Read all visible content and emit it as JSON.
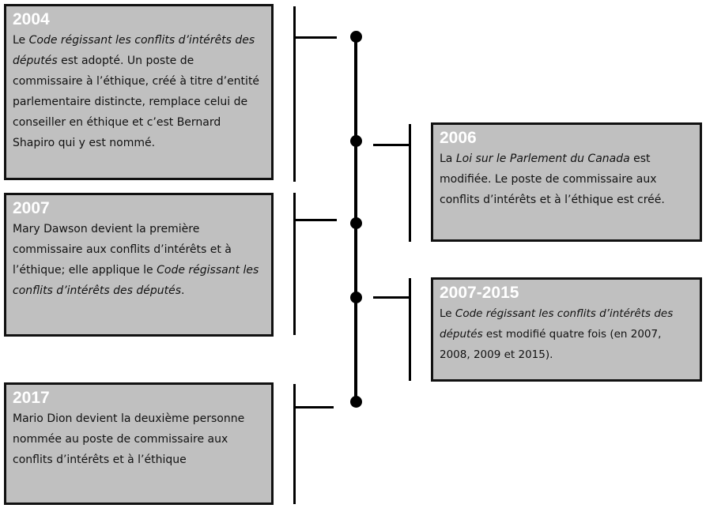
{
  "events": [
    {
      "year": "2004",
      "parts": [
        {
          "t": "Le ",
          "i": false
        },
        {
          "t": "Code régissant les conflits d’intérêts des députés",
          "i": true
        },
        {
          "t": " est adopté. Un poste de commissaire à l’éthique, créé à titre d’entité parlementaire distincte, remplace celui de conseiller en éthique et c’est Bernard Shapiro qui y est nommé.",
          "i": false
        }
      ]
    },
    {
      "year": "2006",
      "parts": [
        {
          "t": "La ",
          "i": false
        },
        {
          "t": "Loi sur le Parlement du Canada",
          "i": true
        },
        {
          "t": " est modifiée. Le poste de commissaire aux conflits d’intérêts et à l’éthique est créé.",
          "i": false
        }
      ]
    },
    {
      "year": "2007",
      "parts": [
        {
          "t": "Mary Dawson devient la première commissaire aux conflits d’intérêts et à l’éthique; elle applique le ",
          "i": false
        },
        {
          "t": "Code régissant les conflits d’intérêts des députés",
          "i": true
        },
        {
          "t": ".",
          "i": false
        }
      ]
    },
    {
      "year": "2007-2015",
      "parts": [
        {
          "t": "Le ",
          "i": false
        },
        {
          "t": "Code régissant les conflits d’intérêts des députés",
          "i": true
        },
        {
          "t": " est modifié quatre fois (en 2007, 2008, 2009 et 2015).",
          "i": false
        }
      ]
    },
    {
      "year": "2017",
      "parts": [
        {
          "t": "Mario Dion devient la deuxième personne nommée au poste de commissaire aux conflits d’intérêts et à l’éthique",
          "i": false
        }
      ]
    }
  ],
  "colors": {
    "box_fill": "#c0c0c0",
    "border": "#111111",
    "year_text": "#ffffff"
  }
}
